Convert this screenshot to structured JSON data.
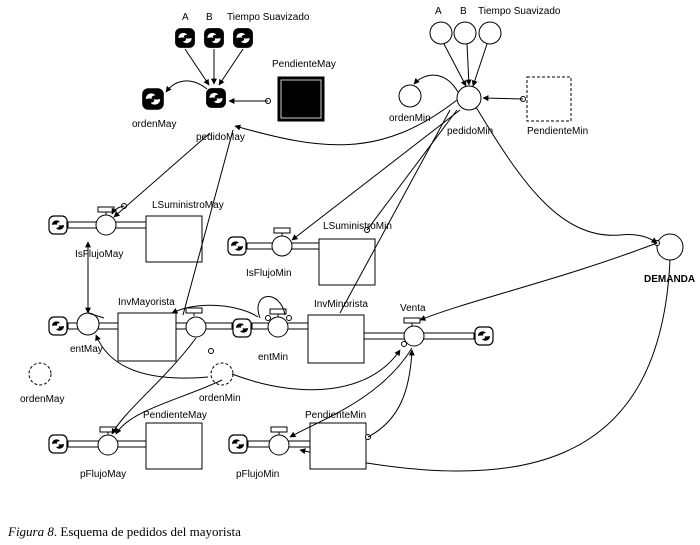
{
  "labels": {
    "a_left": "A",
    "b_left": "B",
    "tiempo_left": "Tiempo Suavizado",
    "pendiente_may_top": "PendienteMay",
    "orden_may_top": "ordenMay",
    "pedido_may": "pedidoMay",
    "a_right": "A",
    "b_right": "B",
    "tiempo_right": "Tiempo Suavizado",
    "orden_min_top": "ordenMin",
    "pedido_min": "pedidoMin",
    "pendiente_min_top": "PendienteMin",
    "lsuministro_may": "LSuministroMay",
    "is_flujo_may": "IsFlujoMay",
    "lsuministro_min": "LSuministroMin",
    "is_flujo_min": "IsFlujoMin",
    "demanda": "DEMANDA",
    "inv_mayorista": "InvMayorista",
    "ent_may": "entMay",
    "inv_minorista": "InvMinorista",
    "venta": "Venta",
    "ent_min": "entMin",
    "orden_may_ghost": "ordenMay",
    "orden_min_ghost": "ordenMin",
    "pendiente_may_bottom": "PendienteMay",
    "p_flujo_may": "pFlujoMay",
    "pendiente_min_bottom": "PendienteMin",
    "p_flujo_min": "pFlujoMin"
  },
  "caption": {
    "figure": "Figura 8",
    "text": ". Esquema de pedidos del mayorista"
  }
}
